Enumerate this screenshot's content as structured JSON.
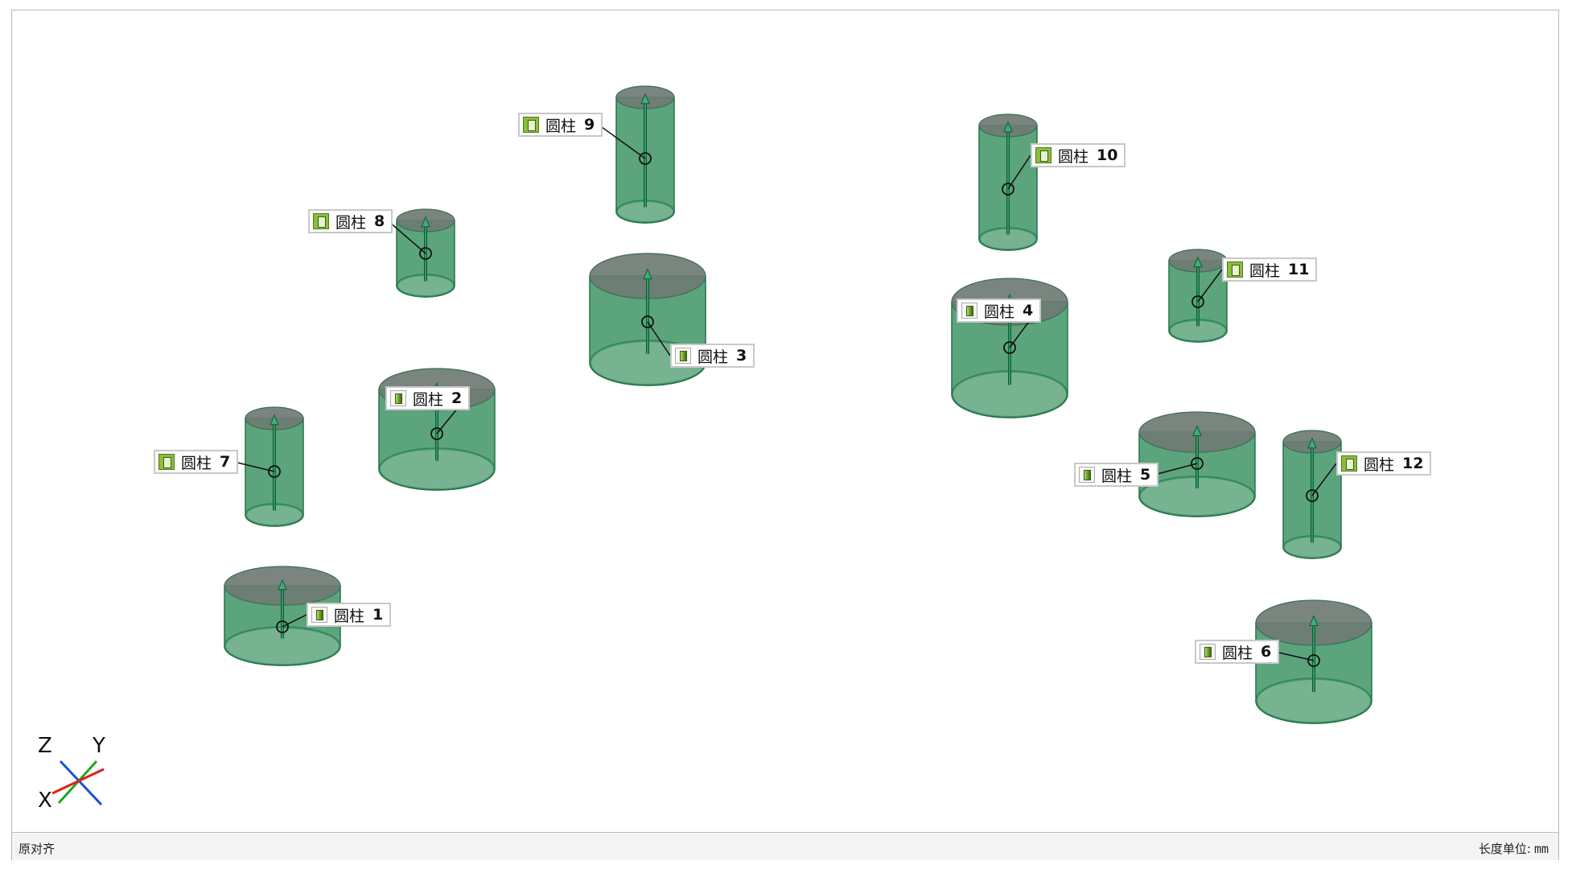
{
  "status": {
    "left": "原对齐",
    "unit_label": "长度单位:",
    "unit_value": "mm"
  },
  "axes": {
    "x": "X",
    "y": "Y",
    "z": "Z",
    "x_color": "#1a73e8",
    "y_color": "#22cc22",
    "z_color": "#e8222a"
  },
  "cylinders": [
    {
      "id": "1",
      "name": "圆柱",
      "number": "1",
      "icon": "cylinder-solid"
    },
    {
      "id": "2",
      "name": "圆柱",
      "number": "2",
      "icon": "cylinder-solid"
    },
    {
      "id": "3",
      "name": "圆柱",
      "number": "3",
      "icon": "cylinder-solid"
    },
    {
      "id": "4",
      "name": "圆柱",
      "number": "4",
      "icon": "cylinder-solid"
    },
    {
      "id": "5",
      "name": "圆柱",
      "number": "5",
      "icon": "cylinder-solid"
    },
    {
      "id": "6",
      "name": "圆柱",
      "number": "6",
      "icon": "cylinder-solid"
    },
    {
      "id": "7",
      "name": "圆柱",
      "number": "7",
      "icon": "cylinder-outline"
    },
    {
      "id": "8",
      "name": "圆柱",
      "number": "8",
      "icon": "cylinder-outline"
    },
    {
      "id": "9",
      "name": "圆柱",
      "number": "9",
      "icon": "cylinder-outline"
    },
    {
      "id": "10",
      "name": "圆柱",
      "number": "10",
      "icon": "cylinder-outline"
    },
    {
      "id": "11",
      "name": "圆柱",
      "number": "11",
      "icon": "cylinder-outline"
    },
    {
      "id": "12",
      "name": "圆柱",
      "number": "12",
      "icon": "cylinder-outline"
    }
  ],
  "colors": {
    "cylinder_fill": "#2e8b57",
    "cylinder_top": "#6f7b74",
    "cylinder_bottom": "#9fc9b0",
    "frame_border": "#b9b9b9"
  }
}
